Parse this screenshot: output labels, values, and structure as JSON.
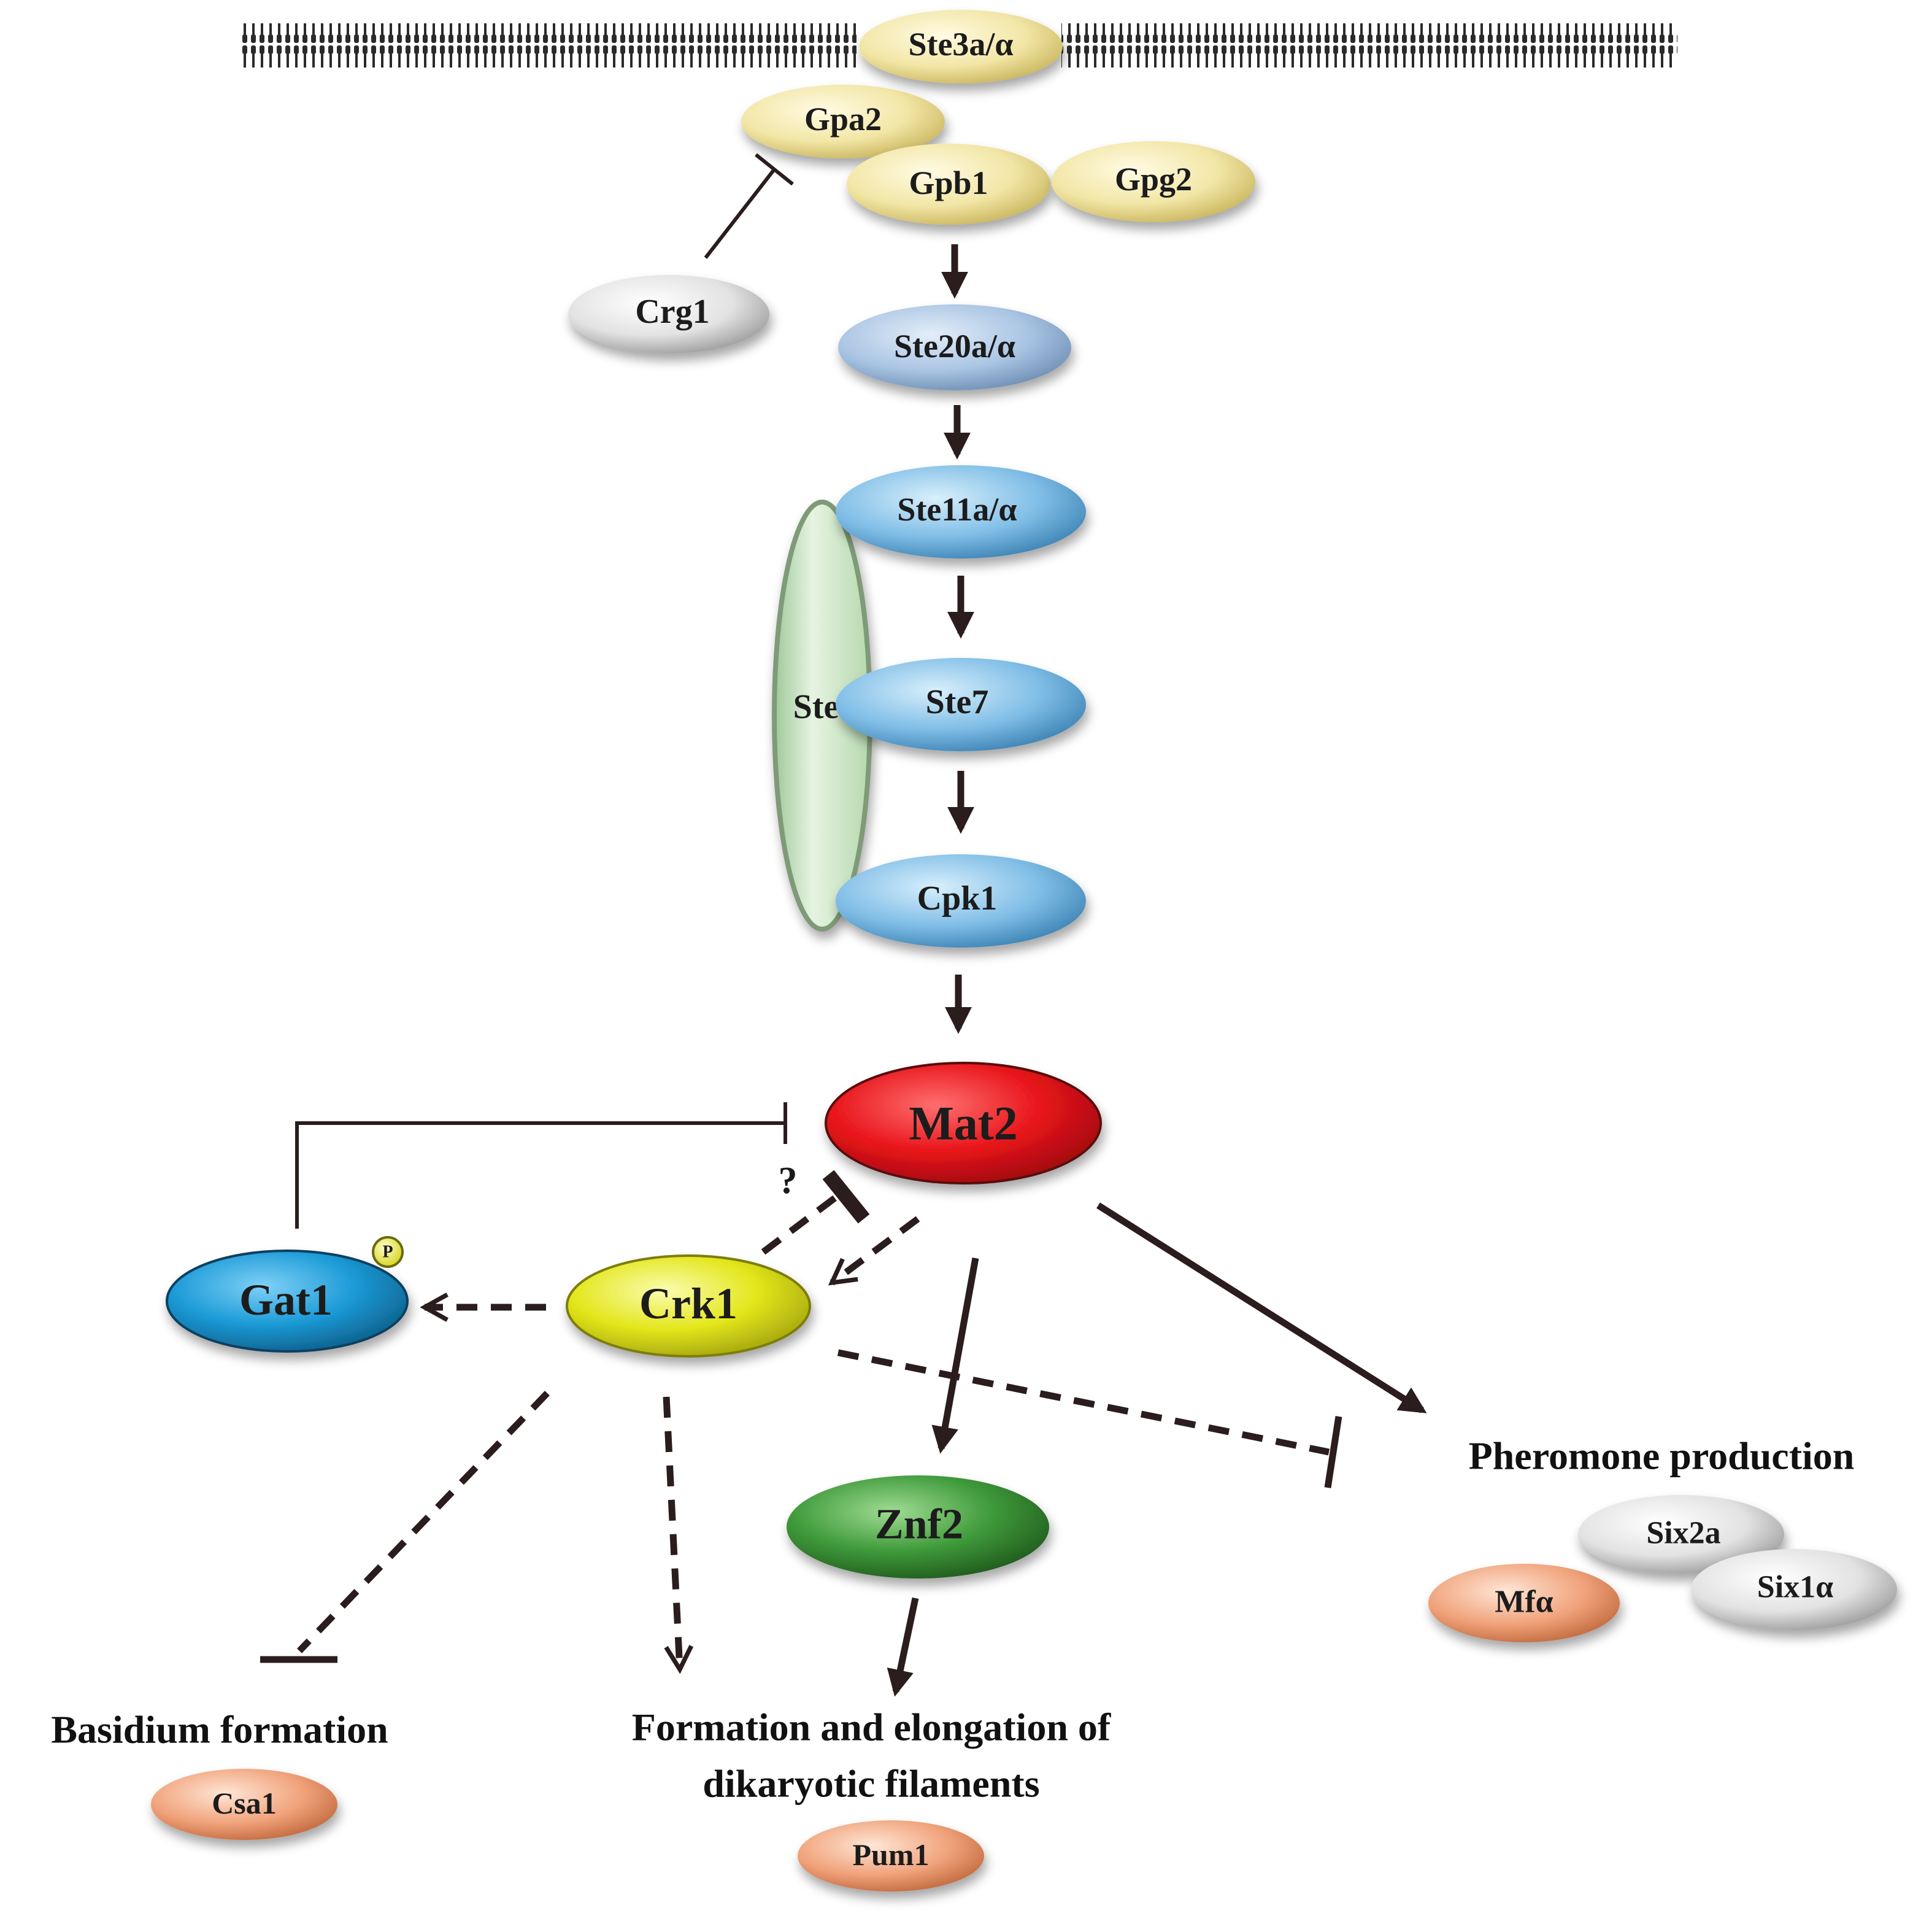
{
  "colors": {
    "membrane": "#2a2a2a",
    "g_protein": "#efe19a",
    "ste20": "#a9c4e3",
    "mapk": "#7fbde6",
    "scaffold": "#cfe6c8",
    "mat2": "#e8141a",
    "gat1": "#1b9ad6",
    "crk1": "#e3e61a",
    "znf2": "#3f9a3a",
    "pheromone_genes": "#dedede",
    "targets": "#f0a27a",
    "crg1": "#eeeeee",
    "arrow": "#2b1d1d",
    "phospho": "#e8e62a"
  },
  "nodes": {
    "ste3": "Ste3a/α",
    "gpa2": "Gpa2",
    "gpb1": "Gpb1",
    "gpg2": "Gpg2",
    "crg1": "Crg1",
    "ste20": "Ste20a/α",
    "ste11": "Ste11a/α",
    "ste5": "Ste5",
    "ste7": "Ste7",
    "cpk1": "Cpk1",
    "mat2": "Mat2",
    "gat1": "Gat1",
    "phospho": "P",
    "crk1": "Crk1",
    "znf2": "Znf2",
    "six2a": "Six2a",
    "mfa": "Mfα",
    "six1a": "Six1α",
    "csa1": "Csa1",
    "pum1": "Pum1"
  },
  "annotations": {
    "question": "?"
  },
  "outcomes": {
    "pheromone": "Pheromone production",
    "basidium": "Basidium formation",
    "filaments_line1": "Formation and elongation of",
    "filaments_line2": "dikaryotic filaments"
  }
}
